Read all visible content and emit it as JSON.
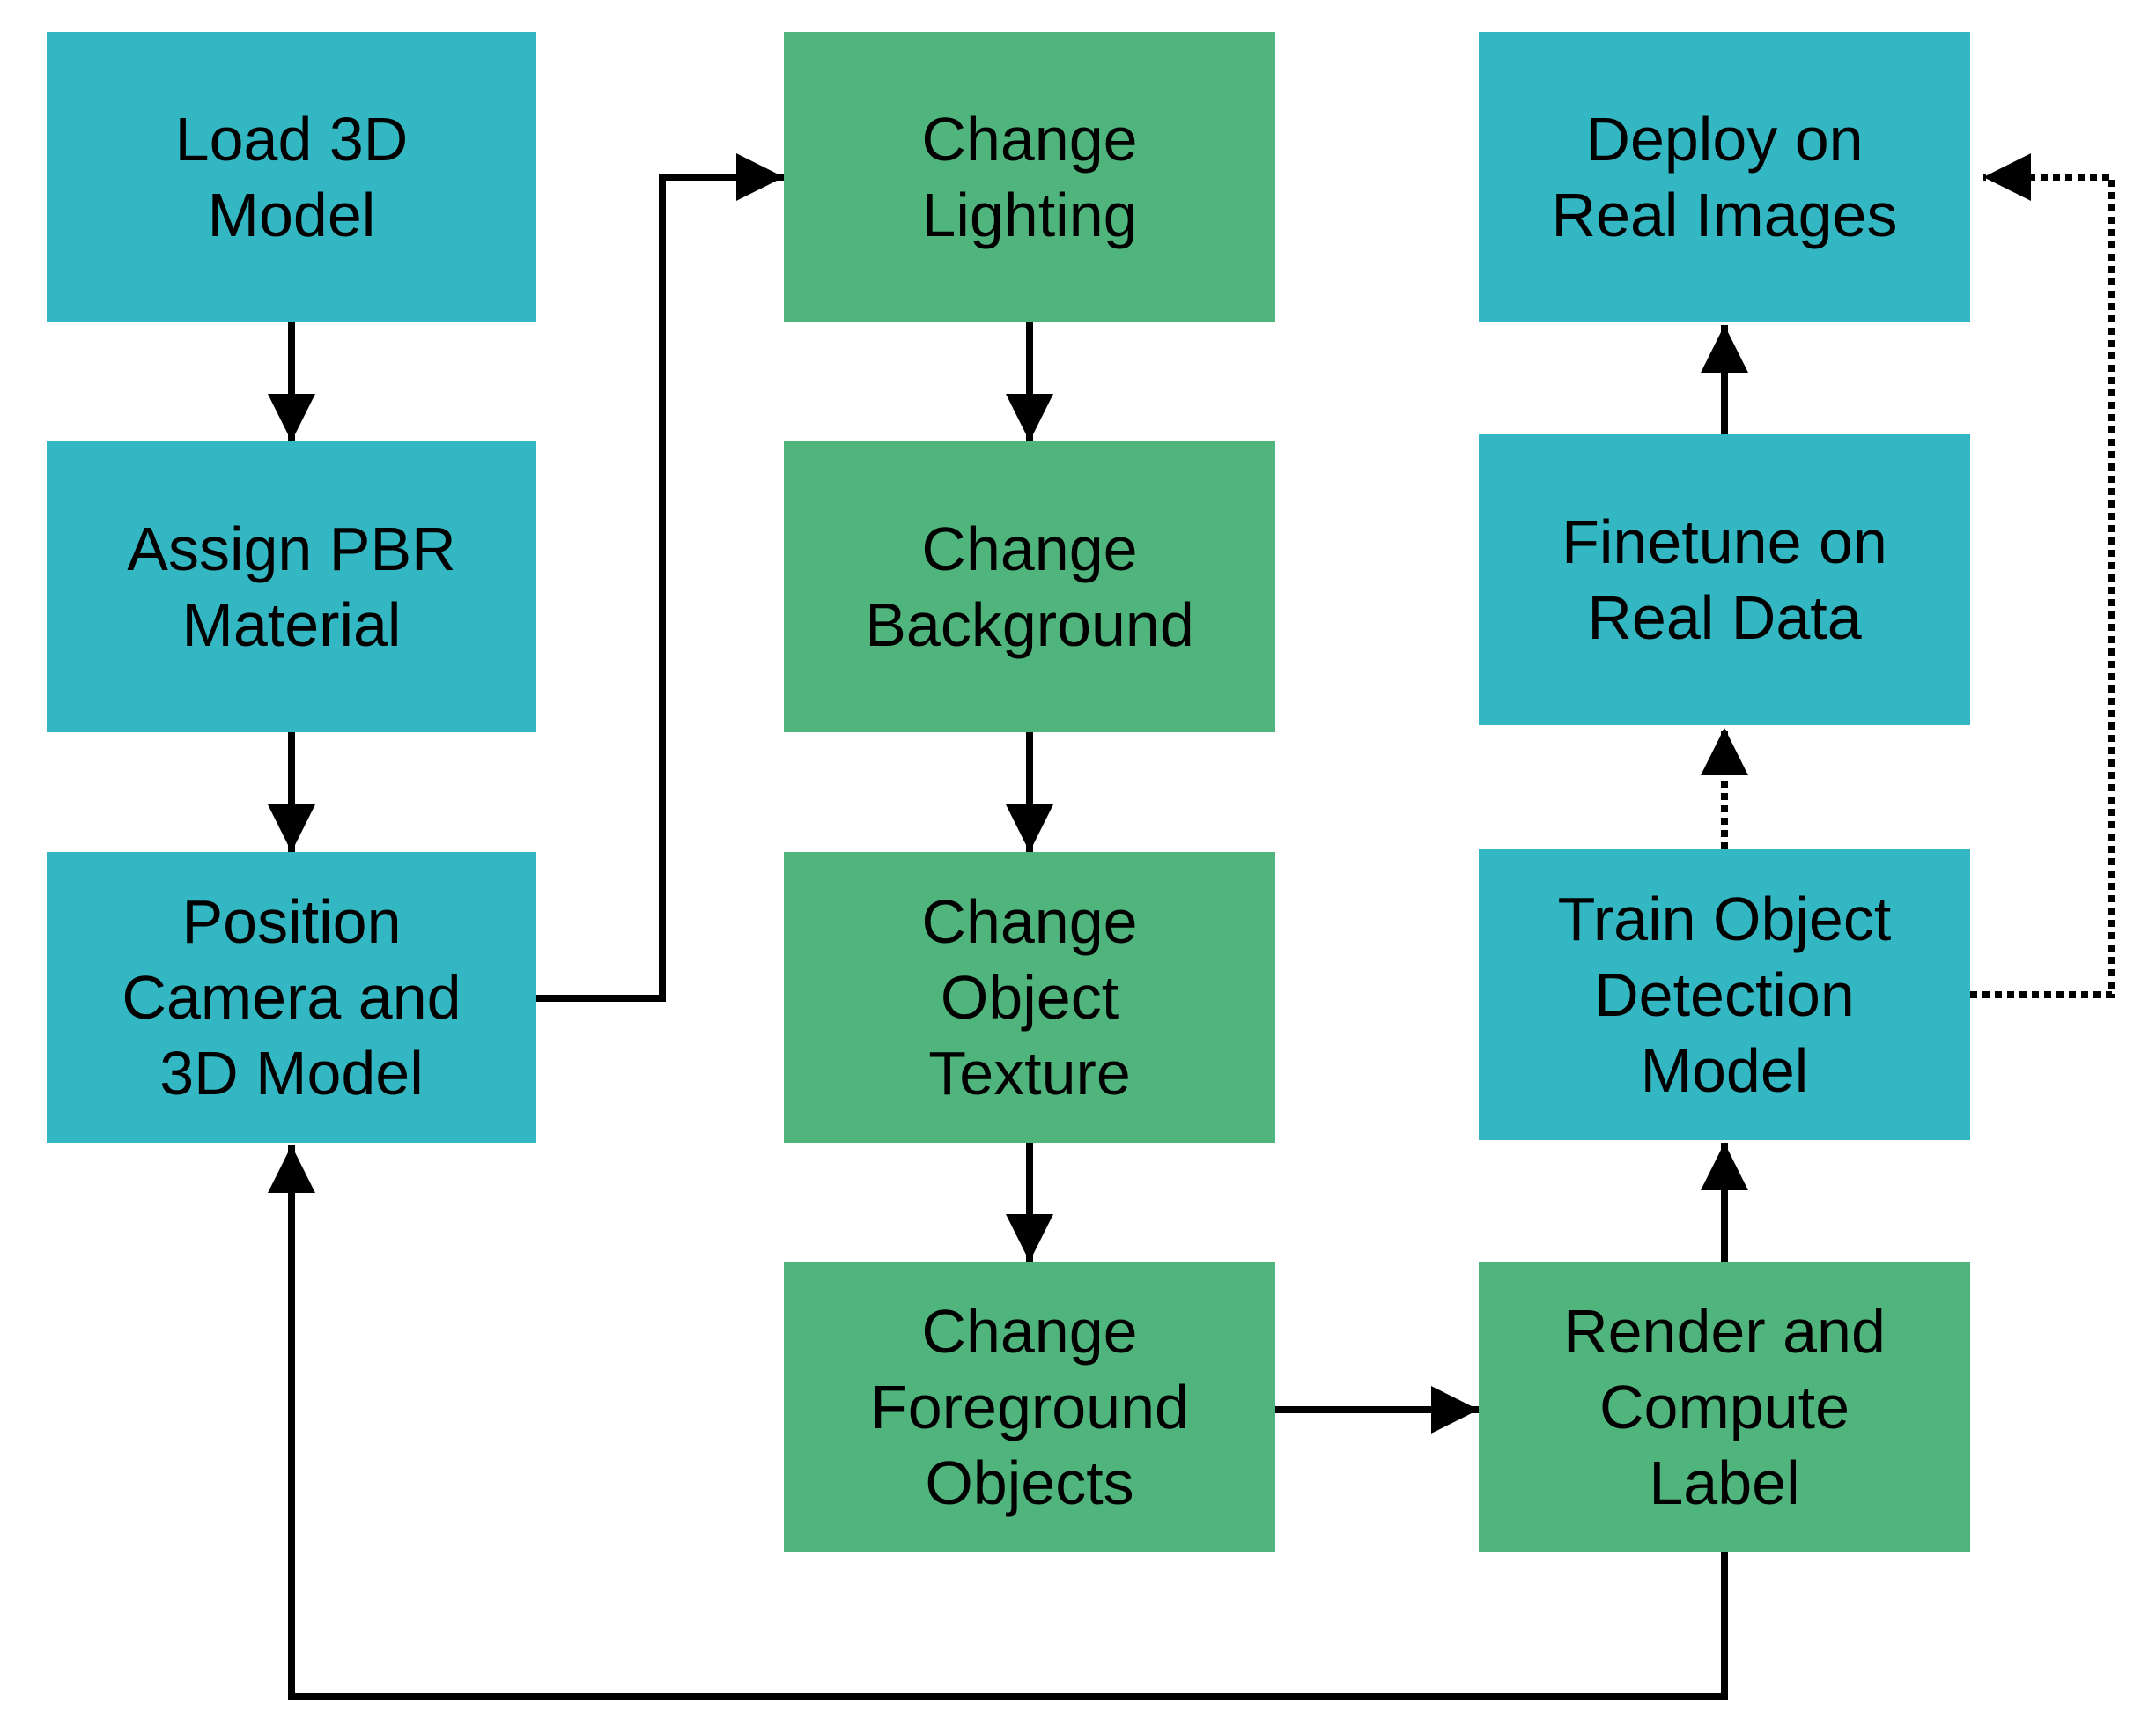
{
  "colors": {
    "teal": "#33B8C3",
    "green": "#50B47D",
    "line": "#000000",
    "background": "#FFFFFF"
  },
  "nodes": [
    {
      "id": "load-3d-model",
      "lines": [
        "Load 3D",
        "Model"
      ],
      "color": "teal"
    },
    {
      "id": "assign-pbr-material",
      "lines": [
        "Assign PBR",
        "Material"
      ],
      "color": "teal"
    },
    {
      "id": "position-camera",
      "lines": [
        "Position",
        "Camera and",
        "3D Model"
      ],
      "color": "teal"
    },
    {
      "id": "change-lighting",
      "lines": [
        "Change",
        "Lighting"
      ],
      "color": "green"
    },
    {
      "id": "change-background",
      "lines": [
        "Change",
        "Background"
      ],
      "color": "green"
    },
    {
      "id": "change-object-texture",
      "lines": [
        "Change",
        "Object",
        "Texture"
      ],
      "color": "green"
    },
    {
      "id": "change-foreground-objects",
      "lines": [
        "Change",
        "Foreground",
        "Objects"
      ],
      "color": "green"
    },
    {
      "id": "render-compute-label",
      "lines": [
        "Render and",
        "Compute",
        "Label"
      ],
      "color": "green"
    },
    {
      "id": "train-object-detection",
      "lines": [
        "Train Object",
        "Detection",
        "Model"
      ],
      "color": "teal"
    },
    {
      "id": "finetune-real-data",
      "lines": [
        "Finetune on",
        "Real Data"
      ],
      "color": "teal"
    },
    {
      "id": "deploy-real-images",
      "lines": [
        "Deploy on",
        "Real Images"
      ],
      "color": "teal"
    }
  ],
  "edges": [
    {
      "from": "load-3d-model",
      "to": "assign-pbr-material",
      "style": "solid"
    },
    {
      "from": "assign-pbr-material",
      "to": "position-camera",
      "style": "solid"
    },
    {
      "from": "position-camera",
      "to": "change-lighting",
      "style": "solid"
    },
    {
      "from": "change-lighting",
      "to": "change-background",
      "style": "solid"
    },
    {
      "from": "change-background",
      "to": "change-object-texture",
      "style": "solid"
    },
    {
      "from": "change-object-texture",
      "to": "change-foreground-objects",
      "style": "solid"
    },
    {
      "from": "change-foreground-objects",
      "to": "render-compute-label",
      "style": "solid"
    },
    {
      "from": "render-compute-label",
      "to": "train-object-detection",
      "style": "solid"
    },
    {
      "from": "render-compute-label",
      "to": "position-camera",
      "style": "solid"
    },
    {
      "from": "train-object-detection",
      "to": "finetune-real-data",
      "style": "dotted"
    },
    {
      "from": "finetune-real-data",
      "to": "deploy-real-images",
      "style": "solid"
    },
    {
      "from": "train-object-detection",
      "to": "deploy-real-images",
      "style": "dotted"
    }
  ]
}
